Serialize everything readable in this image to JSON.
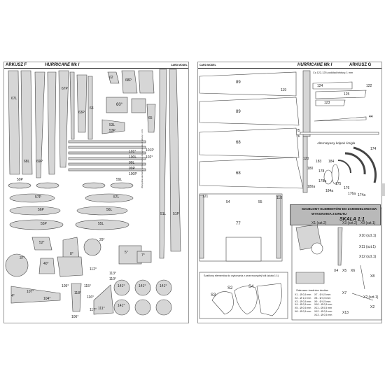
{
  "left_sheet": {
    "header_left": "ARKUSZ F",
    "header_center": "HURRICANE Mk I",
    "header_right": "CARD MODEL",
    "part_labels": [
      "67L",
      "67P",
      "69P",
      "68L",
      "63P",
      "60°",
      "59P",
      "59L",
      "57P",
      "57L",
      "56P",
      "56L",
      "55P",
      "55L",
      "52°",
      "53L",
      "53P",
      "51L",
      "51P",
      "62",
      "63",
      "65",
      "68P",
      "4°",
      "5°",
      "7°",
      "8°",
      "29°",
      "37°",
      "40°",
      "101°",
      "100L",
      "99L",
      "99P",
      "100P",
      "101P",
      "102°",
      "104°",
      "105°",
      "106°",
      "107°",
      "110°",
      "111°",
      "112°",
      "113°",
      "115°",
      "116°",
      "117°",
      "118°",
      "141°",
      "141°",
      "141°",
      "141°"
    ],
    "side_note": "Wszystkie elementy wzmocnienia do wykonania z tektury 1 mm"
  },
  "right_sheet": {
    "header_left": "CARD MODEL",
    "header_center": "HURRICANE Mk I",
    "header_right": "ARKUSZ G",
    "panel_labels": [
      "89",
      "89",
      "68",
      "68",
      "77"
    ],
    "note_top": "Cz.122-125 podkład tekturę 1 mm",
    "part_labels": [
      "124",
      "125",
      "123",
      "122",
      "75",
      "76",
      "44",
      "119",
      "120",
      "121",
      "118",
      "54",
      "55"
    ],
    "canopy_title": "Alternatywny kołpak śmigła",
    "canopy_labels": [
      "174",
      "174a",
      "175",
      "176",
      "176a",
      "178",
      "178a",
      "180",
      "180a",
      "183",
      "184",
      "184a"
    ],
    "template_title_1": "SZABLONY ELEMENTÓW DO ZAMODELOWANIA",
    "template_title_2": "WYKONANIA Z DRUTU",
    "template_scale": "SKALA 1:1",
    "wire_labels": [
      "X1 (szt.2)",
      "X3 (szt.2)",
      "X9 (szt.1)",
      "X10 (szt.1)",
      "X11 (szt.1)",
      "X12 (szt.1)",
      "X4",
      "X5",
      "X6",
      "X7",
      "X8",
      "X13",
      "X2 (szt.1)",
      "X2"
    ],
    "wire_list_title": "Zalecane średnice drutów",
    "wire_list": [
      "X1 - Ø 0,5 mm",
      "X2 - Ø 1,0 mm",
      "X3 - Ø 0,5 mm",
      "X4 - Ø 0,5 mm",
      "X5 - Ø 0,5 mm",
      "X6 - Ø 0,5 mm",
      "X7 - Ø 0,5 mm",
      "X8 - Ø 0,5 mm",
      "X9 - Ø 0,5 mm",
      "X10 - Ø 0,5 mm",
      "X11 - Ø 0,5 mm",
      "X12 - Ø 0,5 mm",
      "X13 - Ø 0,5 mm"
    ],
    "s_note": "Szablony elementów do wykonania z przezroczystej folii (skala 1:1)",
    "s_labels": [
      "S2",
      "S3",
      "S4"
    ]
  },
  "colors": {
    "paper": "#ffffff",
    "part_fill": "#d6d6d6",
    "outline": "#444444",
    "title_box": "#b9b9b9"
  }
}
